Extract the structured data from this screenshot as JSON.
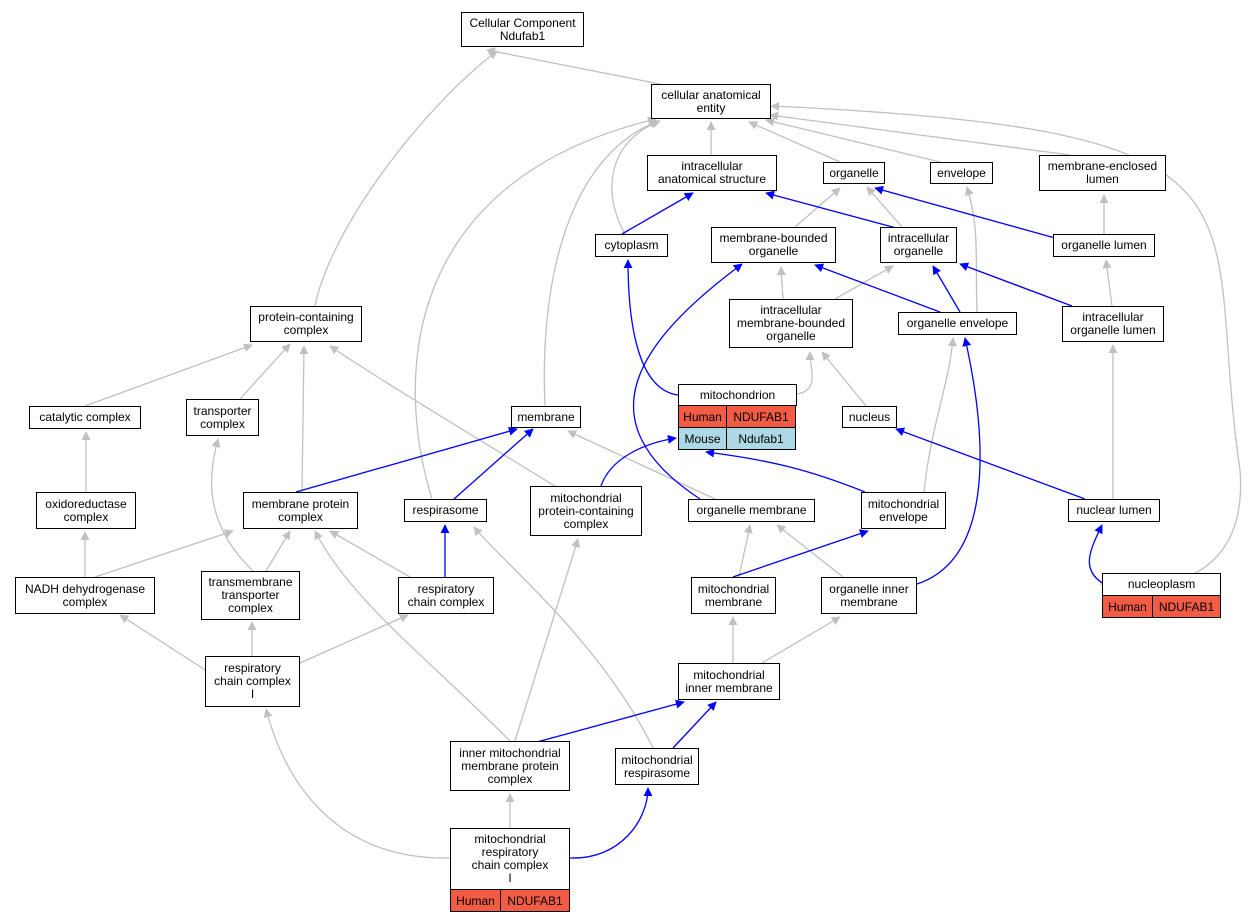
{
  "colors": {
    "gray_edge": "#c0c0c0",
    "blue_edge": "#0000ff",
    "human_fill": "#f25c44",
    "mouse_fill": "#add8e6"
  },
  "nodes": {
    "root": "Cellular Component\nNdufab1",
    "cae": "cellular anatomical\nentity",
    "ias": "intracellular\nanatomical structure",
    "organelle": "organelle",
    "envelope": "envelope",
    "mel": "membrane-enclosed\nlumen",
    "cytoplasm": "cytoplasm",
    "mbo": "membrane-bounded\norganelle",
    "io": "intracellular\norganelle",
    "ol": "organelle lumen",
    "pcc": "protein-containing\ncomplex",
    "imbo": "intracellular\nmembrane-bounded\norganelle",
    "oe": "organelle envelope",
    "iol": "intracellular\norganelle lumen",
    "mito": "mitochondrion",
    "cat": "catalytic complex",
    "transporter": "transporter\ncomplex",
    "membrane": "membrane",
    "nucleus": "nucleus",
    "oxido": "oxidoreductase\ncomplex",
    "mpc": "membrane protein\ncomplex",
    "respirasome": "respirasome",
    "mpcc": "mitochondrial\nprotein-containing\ncomplex",
    "om": "organelle membrane",
    "menv": "mitochondrial\nenvelope",
    "nl": "nuclear lumen",
    "nadh": "NADH dehydrogenase\ncomplex",
    "ttc": "transmembrane\ntransporter\ncomplex",
    "rcc": "respiratory\nchain complex",
    "mm": "mitochondrial\nmembrane",
    "oim": "organelle inner\nmembrane",
    "nucleoplasm": "nucleoplasm",
    "rcc1": "respiratory\nchain complex\nI",
    "mim": "mitochondrial\ninner membrane",
    "immpc": "inner mitochondrial\nmembrane protein\ncomplex",
    "mresp": "mitochondrial\nrespirasome",
    "mrcc1": "mitochondrial\nrespiratory\nchain complex\nI"
  },
  "annotations": {
    "mito_human": {
      "species": "Human",
      "gene": "NDUFAB1"
    },
    "mito_mouse": {
      "species": "Mouse",
      "gene": "Ndufab1"
    },
    "nucleoplasm_human": {
      "species": "Human",
      "gene": "NDUFAB1"
    },
    "mrcc1_human": {
      "species": "Human",
      "gene": "NDUFAB1"
    }
  }
}
